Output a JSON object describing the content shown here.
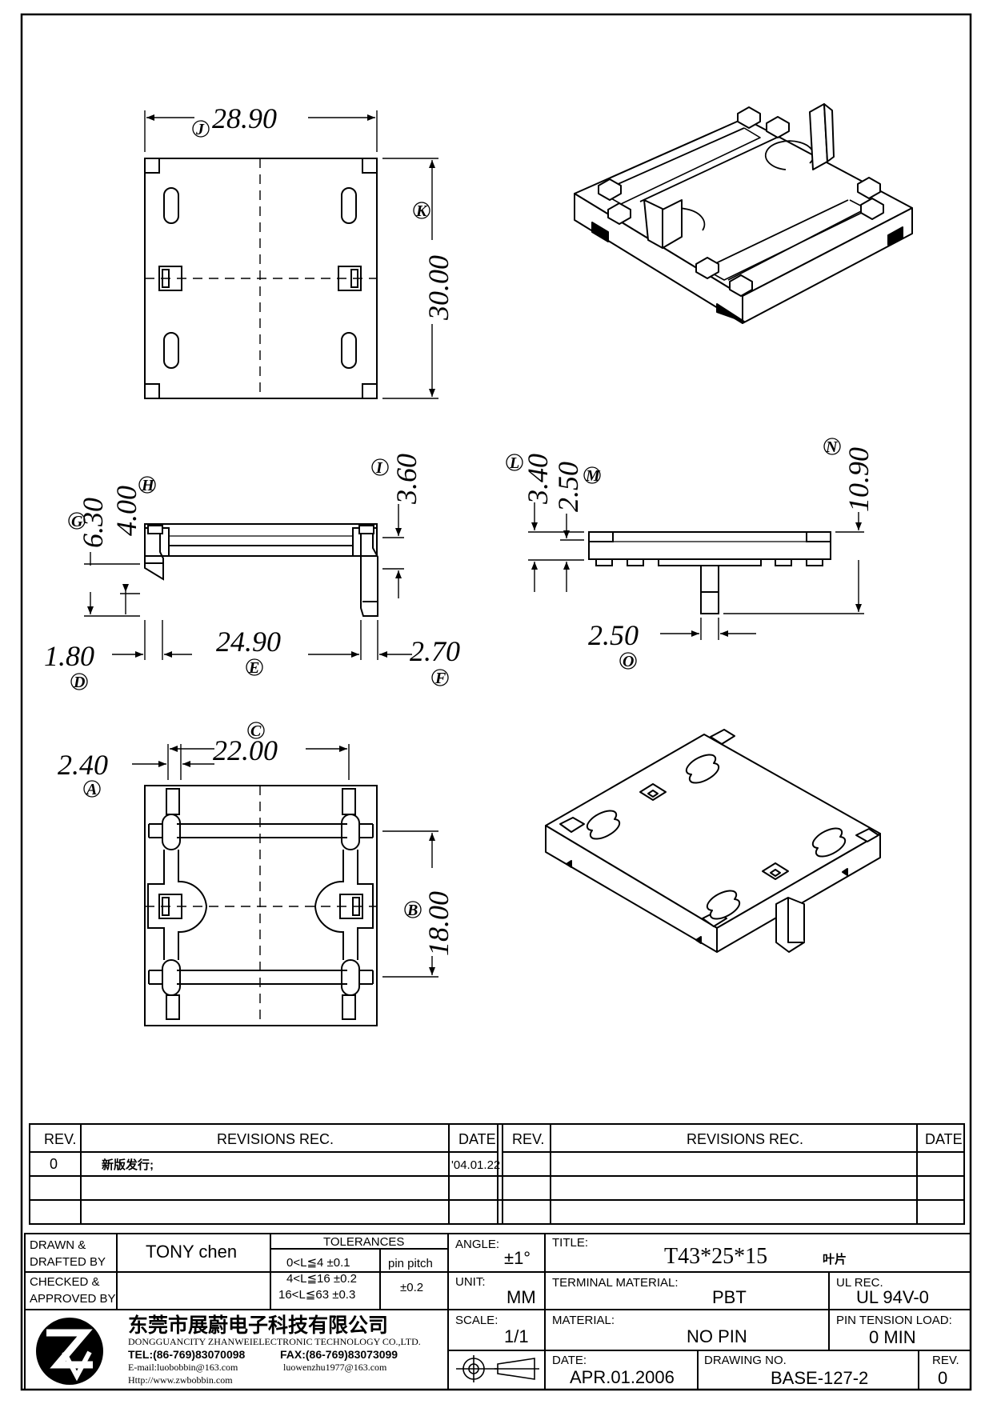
{
  "views": {
    "top": {
      "width_dim": "28.90",
      "width_ref": "J",
      "height_dim": "30.00",
      "height_ref": "K"
    },
    "front": {
      "d1": {
        "v": "6.30",
        "ref": "G"
      },
      "d2": {
        "v": "4.00",
        "ref": "H"
      },
      "d3": {
        "v": "3.60",
        "ref": "I"
      },
      "d4": {
        "v": "1.80",
        "ref": "D"
      },
      "d5": {
        "v": "24.90",
        "ref": "E"
      },
      "d6": {
        "v": "2.70",
        "ref": "F"
      }
    },
    "side": {
      "d1": {
        "v": "3.40",
        "ref": "L"
      },
      "d2": {
        "v": "2.50",
        "ref": "M"
      },
      "d3": {
        "v": "10.90",
        "ref": "N"
      },
      "d4": {
        "v": "2.50",
        "ref": "O"
      }
    },
    "bottom": {
      "d1": {
        "v": "2.40",
        "ref": "A"
      },
      "d2": {
        "v": "22.00",
        "ref": "C"
      },
      "d3": {
        "v": "18.00",
        "ref": "B"
      }
    }
  },
  "revisions": {
    "headers": {
      "rev": "REV.",
      "rec": "REVISIONS   REC.",
      "date": "DATE"
    },
    "rows": [
      {
        "rev": "0",
        "rec": "新版发行;",
        "date": "'04.01.22"
      }
    ]
  },
  "title_block": {
    "drawn_label_1": "DRAWN &",
    "drawn_label_2": "DRAFTED BY",
    "drawn_value": "TONY chen",
    "checked_label_1": "CHECKED &",
    "checked_label_2": "APPROVED BY",
    "checked_value": "",
    "tolerances_label": "TOLERANCES",
    "tol_1": "0<L≦4   ±0.1",
    "tol_2": "4<L≦16  ±0.2",
    "tol_3": "16<L≦63  ±0.3",
    "pin_pitch_label": "pin pitch",
    "pin_pitch_value": "±0.2",
    "angle_label": "ANGLE:",
    "angle_value": "±1°",
    "unit_label": "UNIT:",
    "unit_value": "MM",
    "scale_label": "SCALE:",
    "scale_value": "1/1",
    "title_label": "TITLE:",
    "title_value": "T43*25*15",
    "title_suffix": "叶片",
    "terminal_label": "TERMINAL MATERIAL:",
    "terminal_value": "PBT",
    "ul_label": "UL REC.",
    "ul_value": "UL 94V-0",
    "material_label": "MATERIAL:",
    "material_value": "NO PIN",
    "pin_tension_label": "PIN TENSION LOAD:",
    "pin_tension_value": "0 MIN",
    "date_label": "DATE:",
    "date_value": "APR.01.2006",
    "drawing_no_label": "DRAWING NO.",
    "drawing_no_value": "BASE-127-2",
    "rev_label": "REV.",
    "rev_value": "0",
    "company_cn": "东莞市展蔚电子科技有限公司",
    "company_en": "DONGGUANCITY ZHANWEIELECTRONIC TECHNOLOGY CO.,LTD.",
    "tel": "TEL:(86-769)83070098",
    "fax": "FAX:(86-769)83073099",
    "email_1": "E-mail:luobobbin@163.com",
    "email_2": "luowenzhu1977@163.com",
    "web": "Http://www.zwbobbin.com"
  }
}
